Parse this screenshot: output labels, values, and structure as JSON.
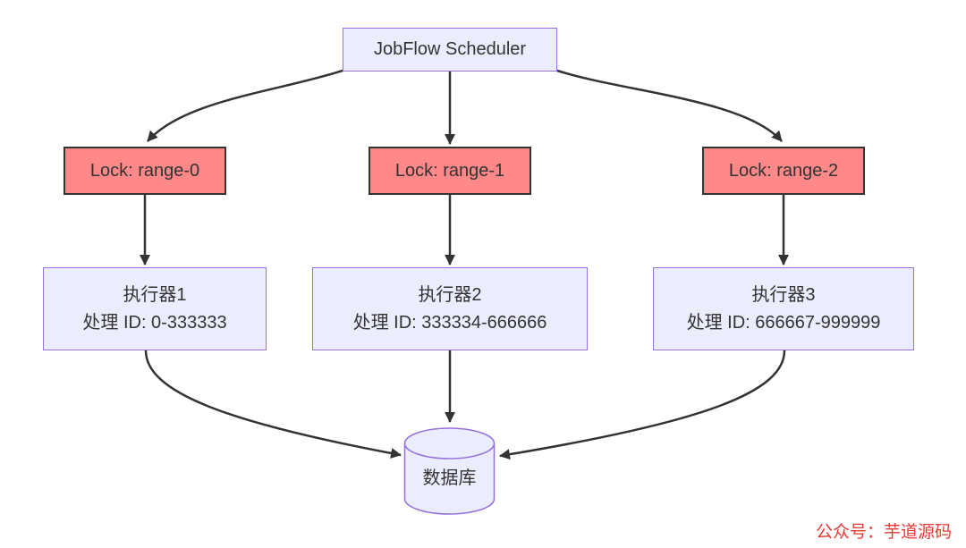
{
  "diagram": {
    "scheduler": {
      "label": "JobFlow Scheduler"
    },
    "locks": [
      {
        "label": "Lock: range-0"
      },
      {
        "label": "Lock: range-1"
      },
      {
        "label": "Lock: range-2"
      }
    ],
    "executors": [
      {
        "line1": "执行器1",
        "line2": "处理 ID: 0-333333"
      },
      {
        "line1": "执行器2",
        "line2": "处理 ID: 333334-666666"
      },
      {
        "line1": "执行器3",
        "line2": "处理 ID: 666667-999999"
      }
    ],
    "database": {
      "label": "数据库"
    },
    "watermark": "公众号：芋道源码",
    "colors": {
      "node_fill": "#ECECFF",
      "node_border": "#9370DB",
      "lock_fill": "#FF8888",
      "lock_border": "#333333",
      "edge": "#333333",
      "text": "#333333",
      "watermark": "#E53935"
    }
  }
}
